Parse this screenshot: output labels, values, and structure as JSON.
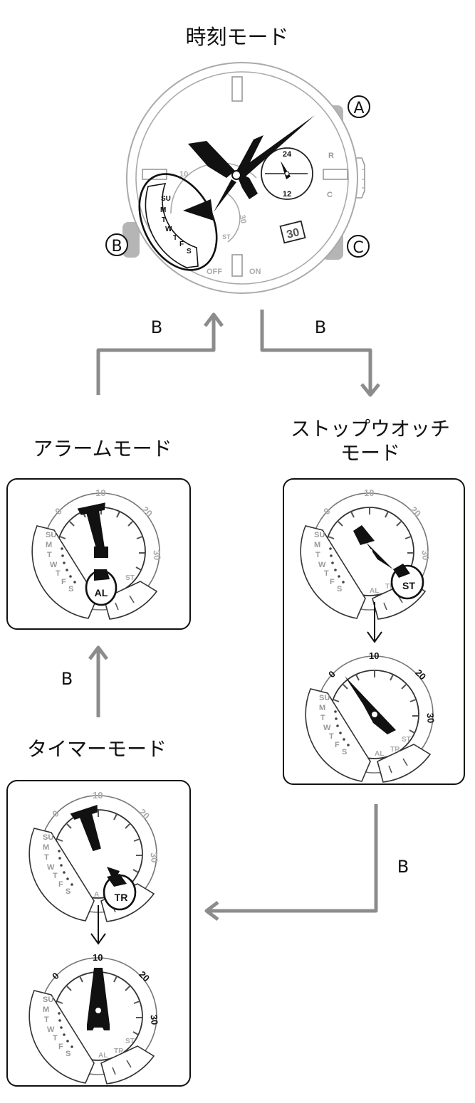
{
  "modes": {
    "time": "時刻モード",
    "stopwatch_line1": "ストップウオッチ",
    "stopwatch_line2": "モード",
    "alarm": "アラームモード",
    "timer": "タイマーモード"
  },
  "transitions": {
    "time_to_stopwatch": "B",
    "stopwatch_to_timer": "B",
    "timer_to_alarm": "B",
    "alarm_to_time": "B"
  },
  "buttons": {
    "a": "A",
    "b": "B",
    "c": "C"
  },
  "watch": {
    "crown_letters": [
      "R",
      "C"
    ],
    "dial_24": "24",
    "dial_12": "12",
    "date": "30",
    "off": "OFF",
    "on": "ON"
  },
  "dial": {
    "days": [
      "SU",
      "M",
      "T",
      "W",
      "T",
      "F",
      "S"
    ],
    "scale": [
      "0",
      "10",
      "20",
      "30"
    ],
    "mode_marks": [
      "ST",
      "TR",
      "AL"
    ]
  },
  "callouts": {
    "alarm": "AL",
    "stopwatch": "ST",
    "timer": "TR"
  }
}
